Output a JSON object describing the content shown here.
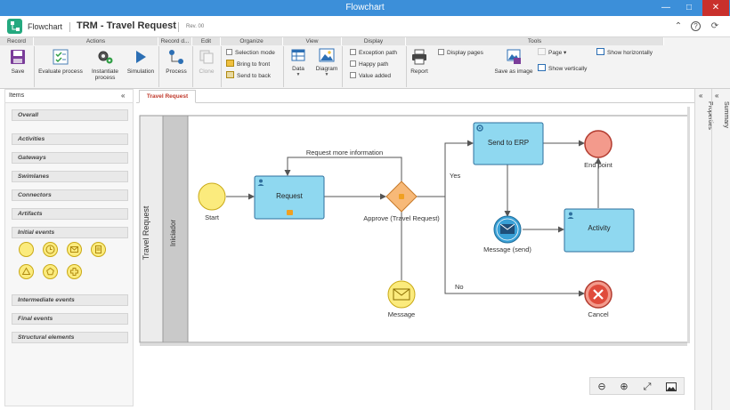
{
  "window": {
    "title": "Flowchart"
  },
  "header": {
    "app_name": "Flowchart",
    "doc_title": "TRM - Travel Request",
    "revision": "Rev. 00"
  },
  "ribbon": {
    "groups": {
      "record": "Record",
      "actions": "Actions",
      "record_data": "Record d...",
      "edit": "Edit",
      "organize": "Organize",
      "view": "View",
      "display": "Display",
      "tools": "Tools"
    },
    "buttons": {
      "save": "Save",
      "evaluate": "Evaluate process",
      "instantiate": "Instantiate process",
      "simulation": "Simulation",
      "process": "Process",
      "clone": "Clone",
      "selection_mode": "Selection mode",
      "bring_front": "Bring to front",
      "send_back": "Send to back",
      "data": "Data",
      "diagram": "Diagram",
      "exception_path": "Exception path",
      "happy_path": "Happy path",
      "value_added": "Value added",
      "report": "Report",
      "display_pages": "Display pages",
      "page": "Page",
      "save_as_image": "Save as image",
      "show_horizontally": "Show horizontally",
      "show_vertically": "Show vertically"
    }
  },
  "items_panel": {
    "title": "Items",
    "categories": {
      "overall": "Overall",
      "activities": "Activities",
      "gateways": "Gateways",
      "swimlanes": "Swimlanes",
      "connectors": "Connectors",
      "artifacts": "Artifacts",
      "initial_events": "Initial events",
      "intermediate_events": "Intermediate events",
      "final_events": "Final events",
      "structural_elements": "Structural elements"
    }
  },
  "tabs": {
    "active": "Travel Request"
  },
  "diagram": {
    "pool": "Travel Request",
    "lane": "Iniciador",
    "nodes": {
      "start": "Start",
      "request": "Request",
      "approve": "Approve (Travel Request)",
      "message": "Message",
      "send_erp": "Send to ERP",
      "end_point": "End point",
      "message_send": "Message (send)",
      "activity": "Activity",
      "cancel": "Cancel"
    },
    "edges": {
      "more_info": "Request more information",
      "yes": "Yes",
      "no": "No"
    }
  },
  "right_tabs": {
    "properties": "Properties",
    "summary": "Summary"
  },
  "colors": {
    "titlebar": "#3c8fd9",
    "task_fill": "#8fd8f0",
    "task_stroke": "#2e6f9e",
    "start_fill": "#fbeb7d",
    "gateway_fill": "#f7b978",
    "end_fill": "#f39a8c",
    "cancel_fill": "#e04b3c",
    "tab_active": "#c0392b"
  }
}
